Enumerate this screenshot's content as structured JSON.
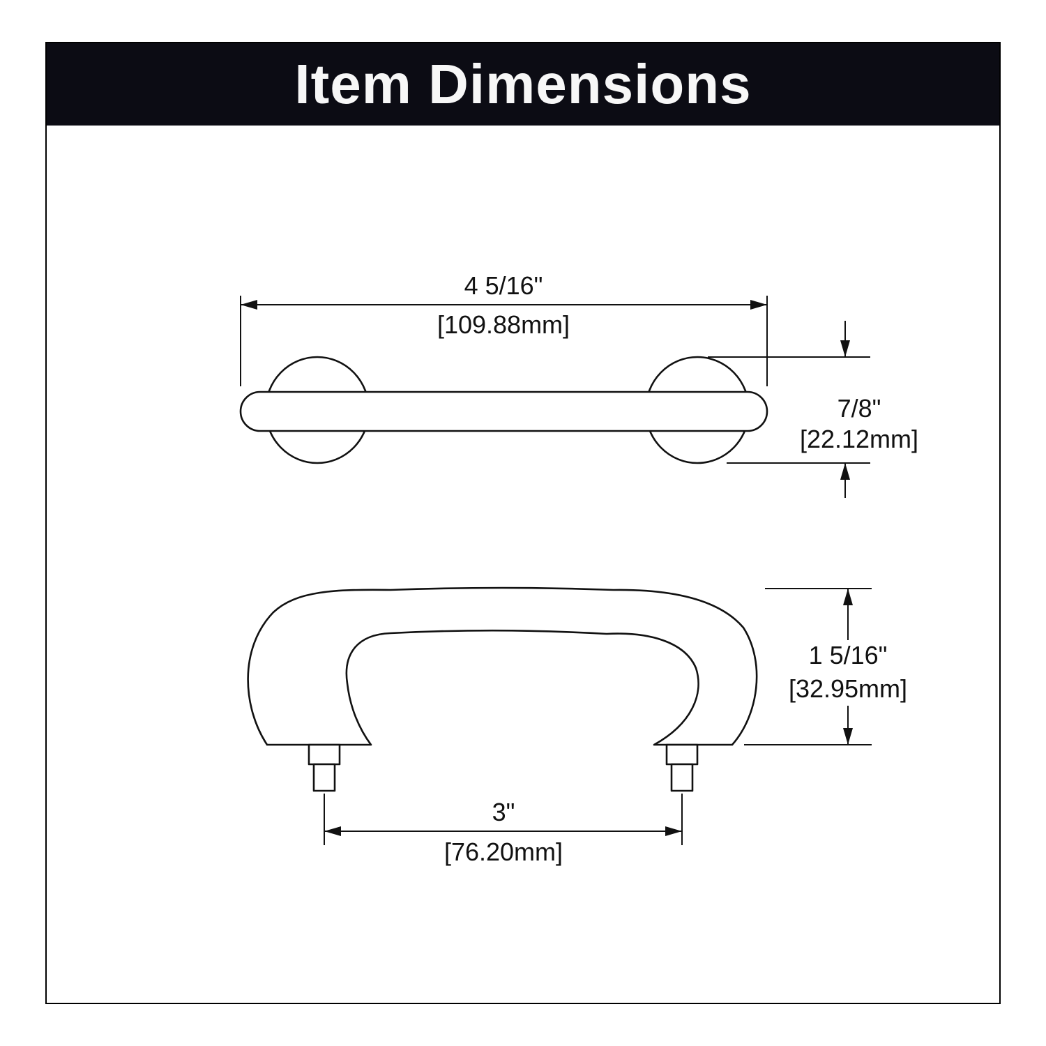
{
  "title": "Item Dimensions",
  "top_view": {
    "width_in": "4 5/16\"",
    "width_mm": "[109.88mm]",
    "height_in": "7/8\"",
    "height_mm": "[22.12mm]"
  },
  "side_view": {
    "height_in": "1 5/16\"",
    "height_mm": "[32.95mm]",
    "center_to_center_in": "3\"",
    "center_to_center_mm": "[76.20mm]"
  },
  "colors": {
    "line": "#111111",
    "header_bg": "#0c0c14",
    "header_text": "#f7f7f7"
  }
}
